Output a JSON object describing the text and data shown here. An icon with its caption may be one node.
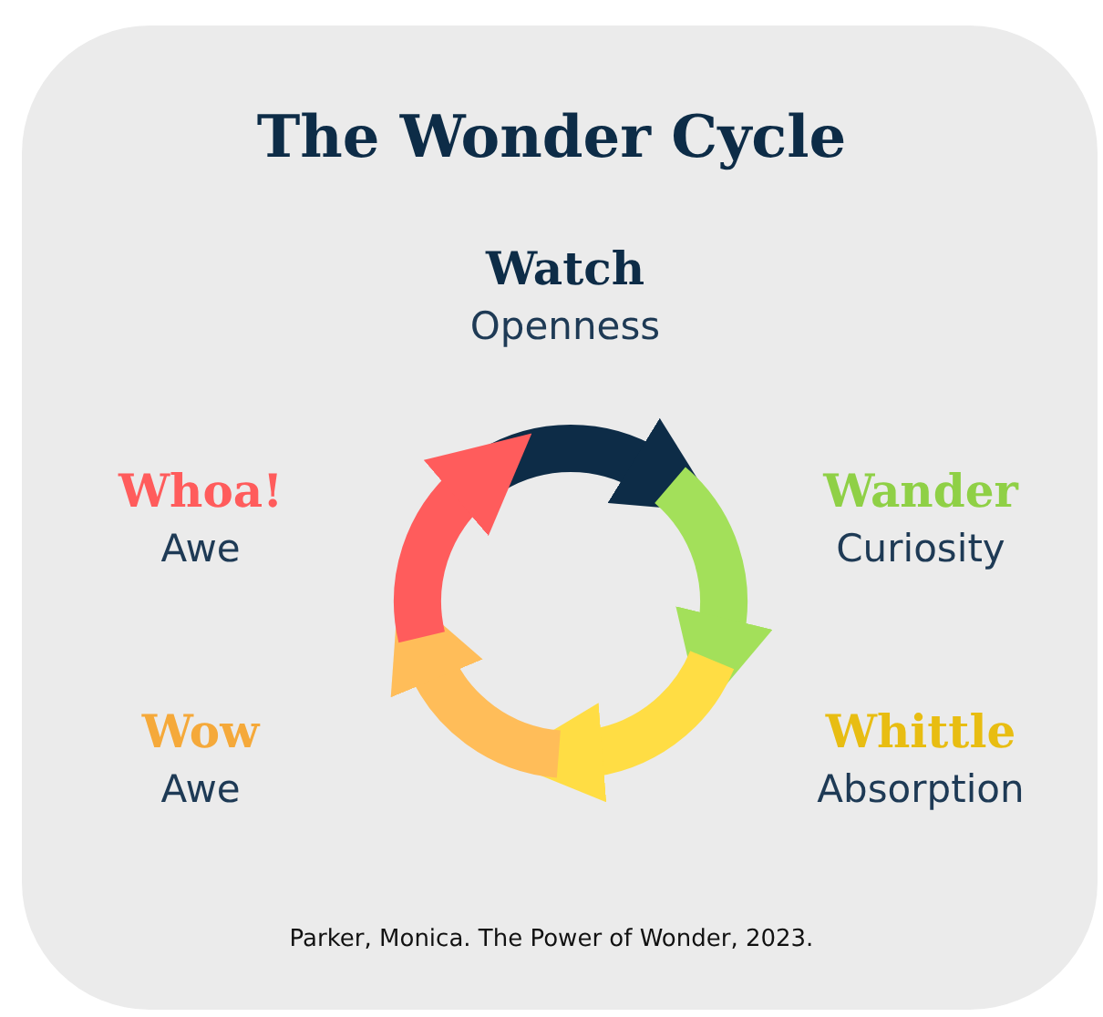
{
  "diagram": {
    "title": "The Wonder Cycle",
    "nodes": [
      {
        "text": [
          "Watch",
          "Openness"
        ]
      },
      {
        "text": [
          "Wander",
          "Curiosity"
        ]
      },
      {
        "text": [
          "Whittle",
          "Absorption"
        ]
      },
      {
        "text": [
          "Wow",
          "Awe"
        ]
      },
      {
        "text": [
          "Whoa!",
          "Awe"
        ]
      }
    ],
    "caption": "Parker, Monica. The Power of Wonder, 2023."
  }
}
